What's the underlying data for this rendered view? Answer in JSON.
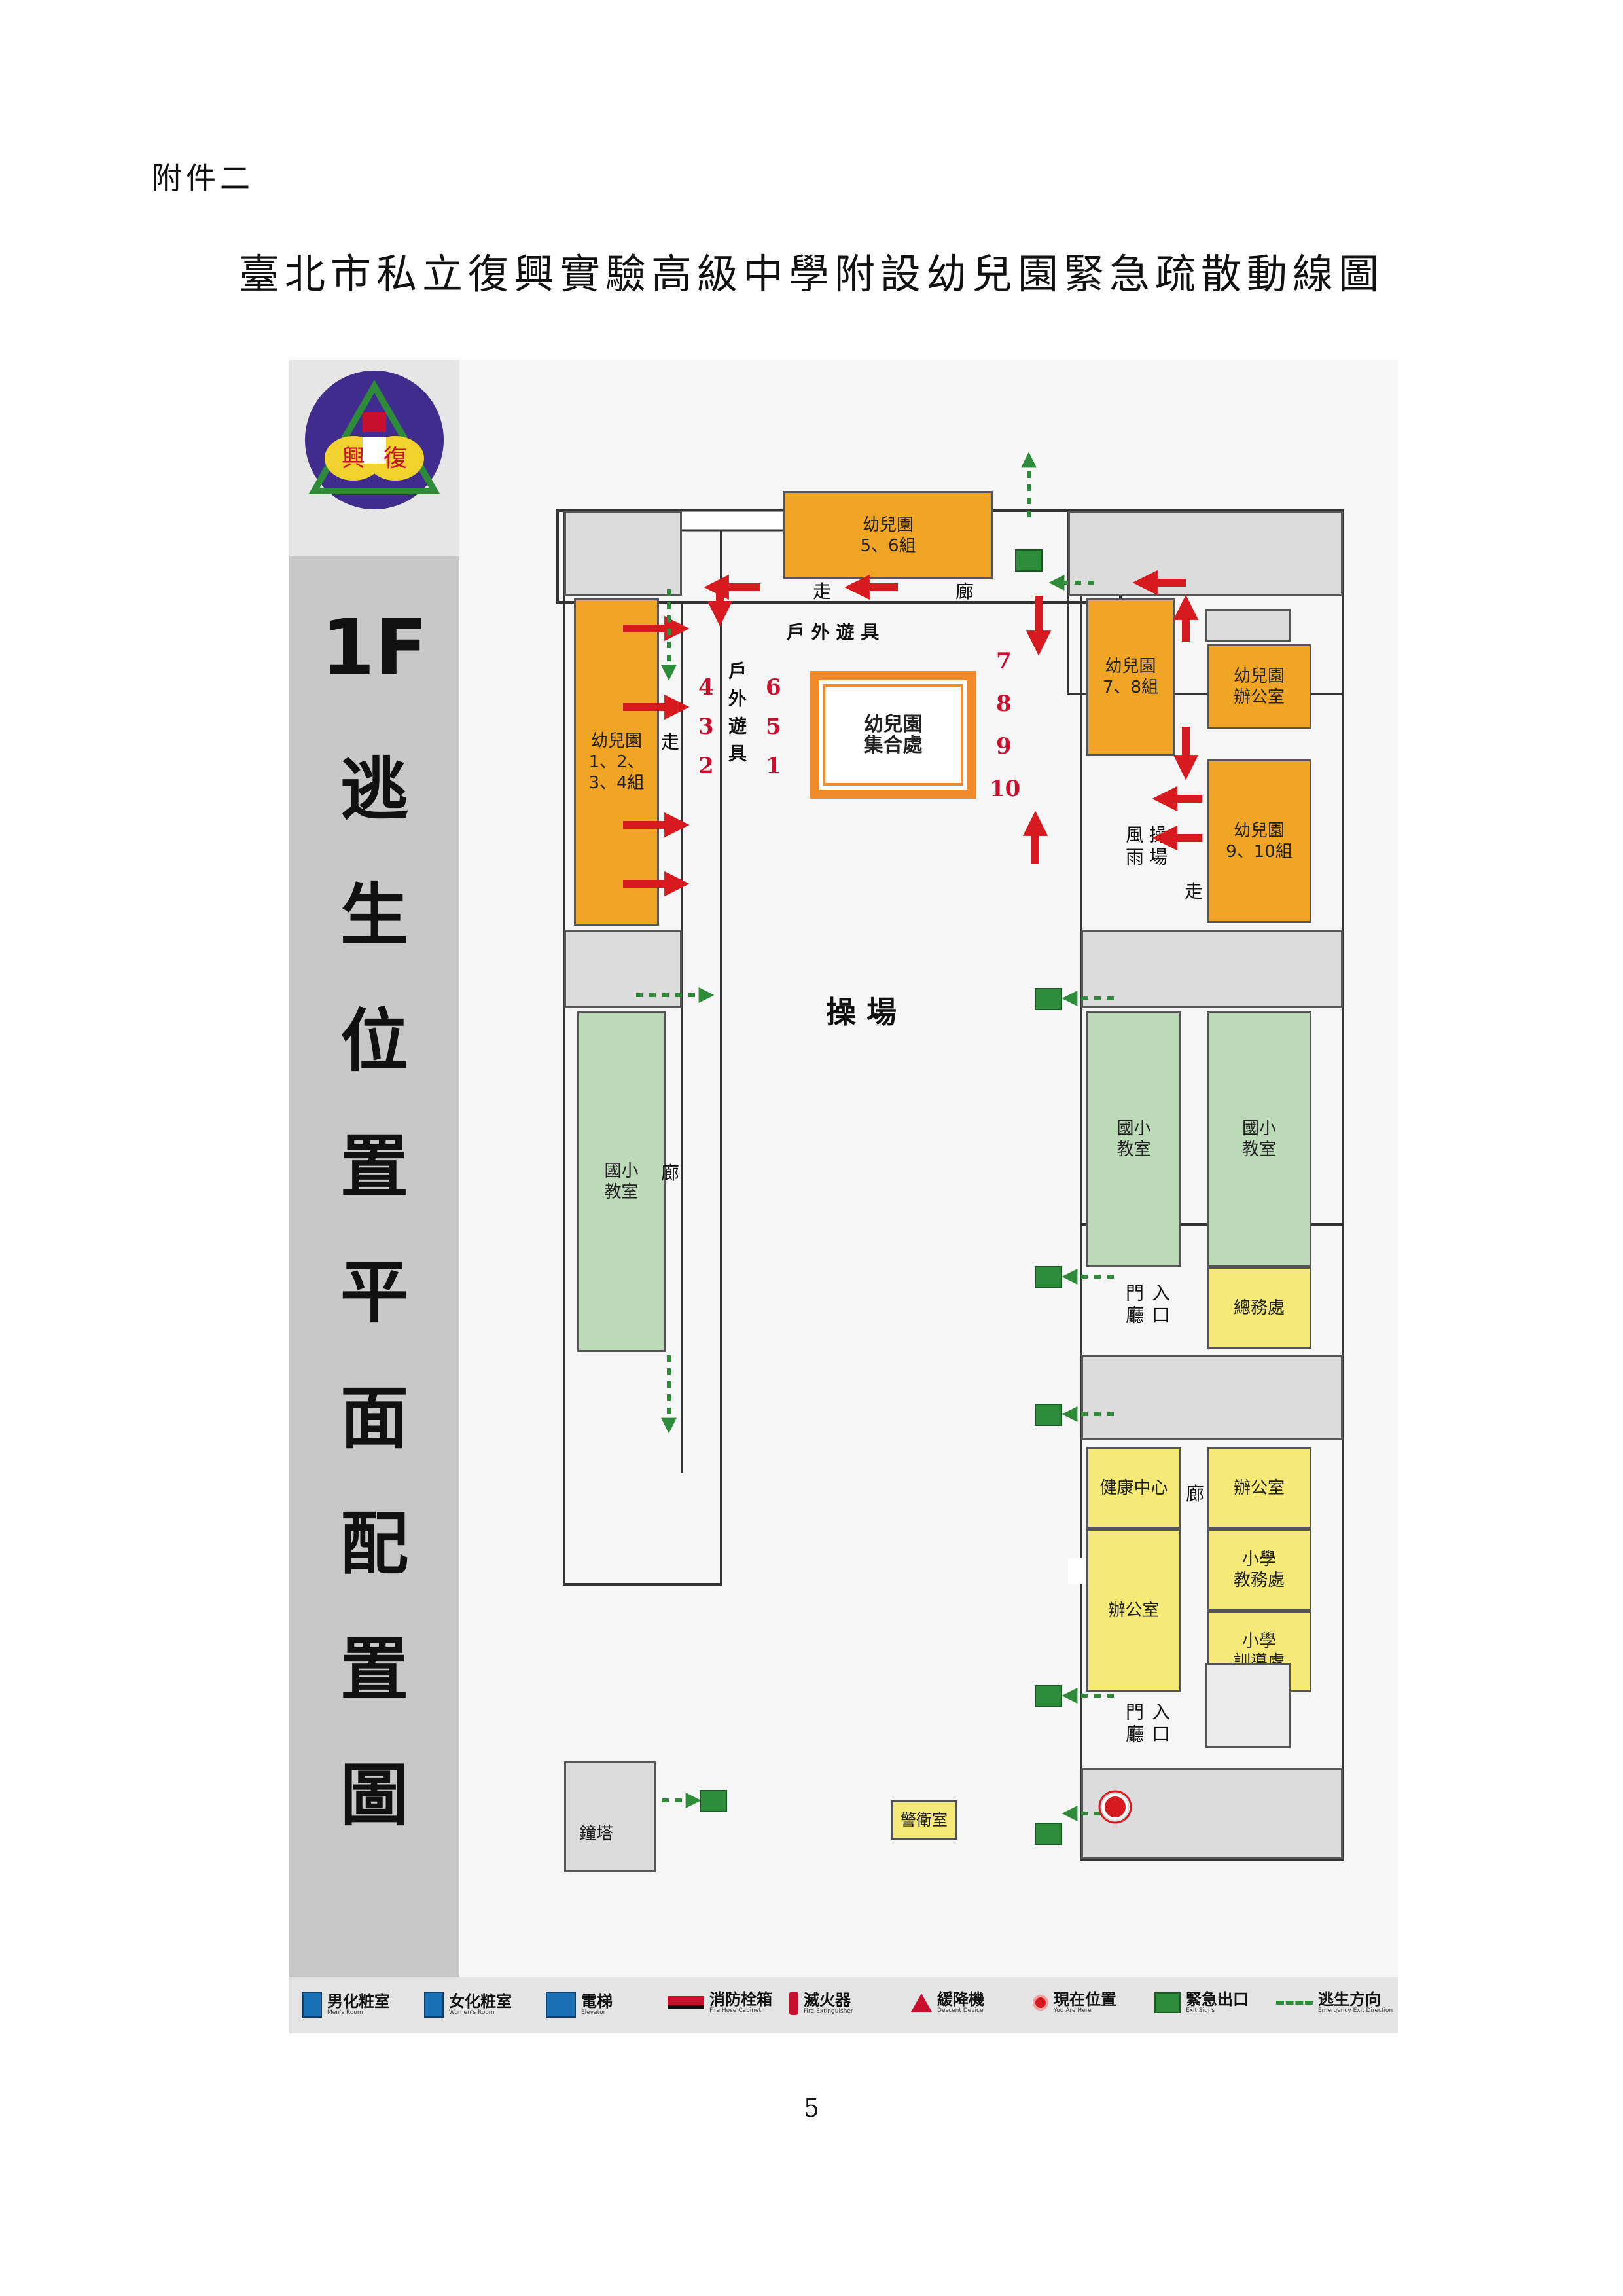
{
  "page": {
    "attachment": "附件二",
    "title": "臺北市私立復興實驗高級中學附設幼兒園緊急疏散動線圖",
    "page_number": "5"
  },
  "logo": {
    "text_left": "興",
    "text_right": "復"
  },
  "map": {
    "floor": "1F",
    "vertical_title": "逃生位置平面配置圖",
    "rooms": {
      "k56": "幼兒園\n5、6組",
      "k1234": "幼兒園\n1、2、\n3、4組",
      "k78": "幼兒園\n7、8組",
      "k_office": "幼兒園\n辦公室",
      "k910": "幼兒園\n9、10組",
      "assembly": "幼兒園\n集合處",
      "elem_left": "國小\n教室",
      "elem_right_a": "國小\n教室",
      "elem_right_b": "國小\n教室",
      "general_affairs": "總務處",
      "health": "健康中心",
      "office_right": "辦公室",
      "office_left": "辦公室",
      "elem_academic": "小學\n教務處",
      "elem_student": "小學\n訓導處",
      "guard": "警衛室",
      "clock_tower": "鐘塔"
    },
    "labels": {
      "corridor_top_a": "走",
      "corridor_top_b": "廊",
      "playground_top": "戶 外 遊 具",
      "playground_side": "戶外遊具",
      "corridor_left_a": "走",
      "corridor_left_b": "廊",
      "rain_a": "風雨",
      "rain_b": "操場",
      "corridor_right": "走",
      "field": "操  場",
      "entrance_hall_1": "入口",
      "entrance_hall_2": "門廳",
      "entrance_hall_3": "入口",
      "entrance_hall_4": "門廳",
      "corridor_health": "廊"
    },
    "group_numbers": {
      "left_col_a": [
        "4",
        "3",
        "2"
      ],
      "left_col_b": [
        "6",
        "5",
        "1"
      ],
      "right_col": [
        "7",
        "8",
        "9",
        "10"
      ]
    }
  },
  "legend": [
    {
      "icon": "men-restroom-icon",
      "label": "男化粧室",
      "sub": "Men's Room"
    },
    {
      "icon": "women-restroom-icon",
      "label": "女化粧室",
      "sub": "Women's Room"
    },
    {
      "icon": "elevator-icon",
      "label": "電梯",
      "sub": "Elevator"
    },
    {
      "icon": "fire-hose-icon",
      "label": "消防栓箱",
      "sub": "Fire Hose Cabinet"
    },
    {
      "icon": "extinguisher-icon",
      "label": "滅火器",
      "sub": "Fire-Extinguisher"
    },
    {
      "icon": "descent-device-icon",
      "label": "緩降機",
      "sub": "Descent Device"
    },
    {
      "icon": "you-are-here-icon",
      "label": "現在位置",
      "sub": "You Are Here"
    },
    {
      "icon": "exit-sign-icon",
      "label": "緊急出口",
      "sub": "Exit Signs"
    },
    {
      "icon": "exit-direction-icon",
      "label": "逃生方向",
      "sub": "Emergency Exit Direction"
    }
  ],
  "colors": {
    "kindergarten": "#f0a524",
    "classroom": "#bcd9b8",
    "office": "#f5ea78",
    "arrow": "#d71920",
    "exit": "#2e8b3a"
  }
}
